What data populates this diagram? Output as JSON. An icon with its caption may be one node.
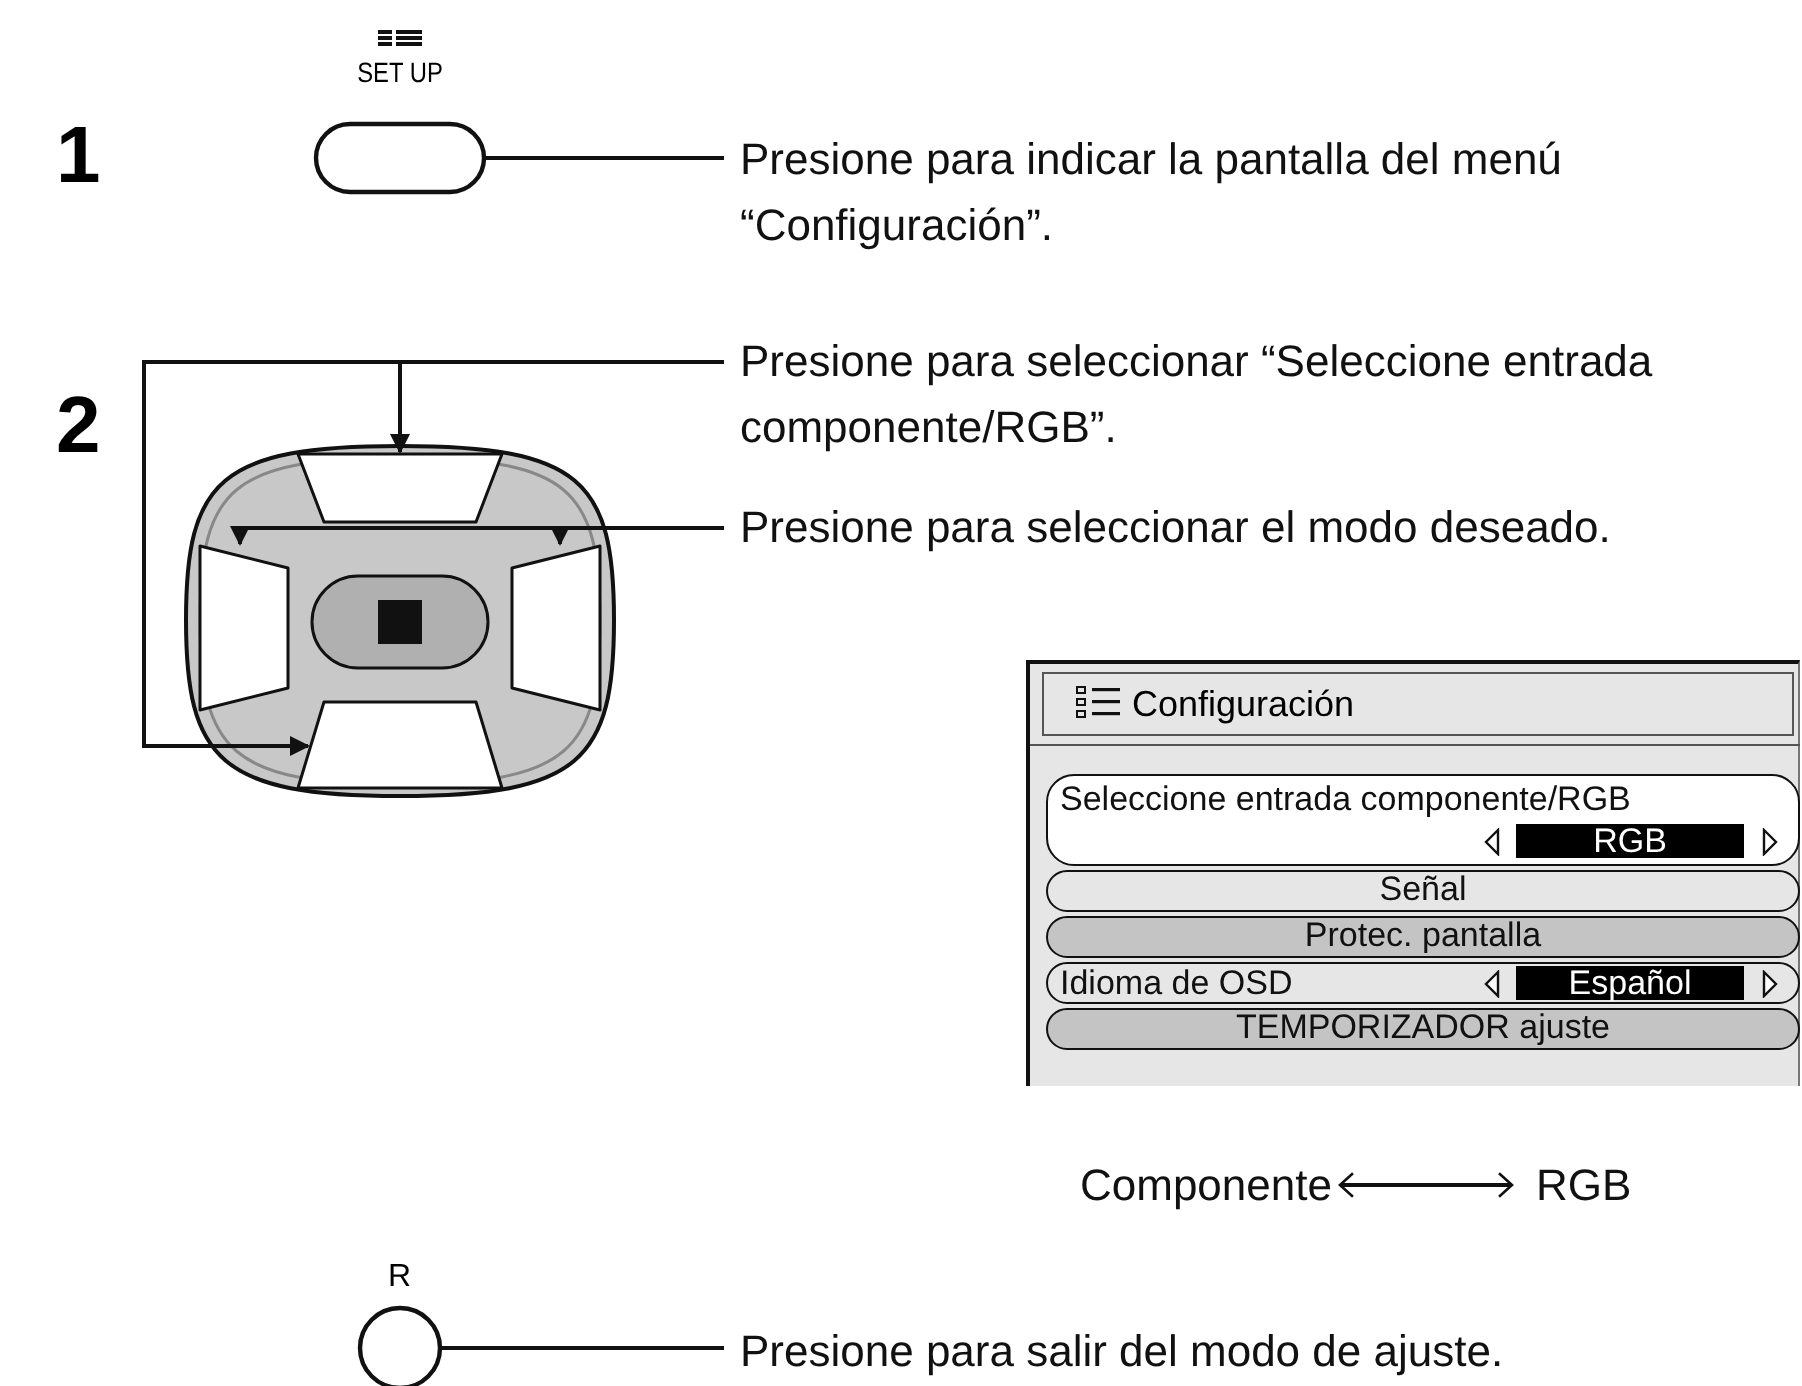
{
  "diagram": {
    "nodes": [
      {
        "text": [
          "SET UP"
        ]
      },
      {
        "text": [
          "Presione para indicar la pantalla del menú “Configuración”."
        ]
      },
      {
        "text": [],
        "shape": "box"
      },
      {
        "text": [],
        "shape": "box"
      },
      {
        "text": [],
        "shape": "box"
      },
      {
        "text": [],
        "shape": "box"
      },
      {
        "text": [
          "Presione para seleccionar “Seleccione entrada componente/RGB”."
        ]
      },
      {
        "text": [
          "Presione para seleccionar el modo deseado."
        ]
      },
      {
        "text": [
          "Configuración"
        ]
      },
      {
        "text": [
          "Seleccione entrada componente/RGB",
          "RGB"
        ],
        "in": 8
      },
      {
        "text": [
          "Señal"
        ],
        "in": 8
      },
      {
        "text": [
          "Protec. pantalla"
        ],
        "in": 8
      },
      {
        "text": [
          "Idioma de OSD",
          "Español"
        ],
        "in": 8
      },
      {
        "text": [
          "TEMPORIZADOR ajuste"
        ],
        "in": 8
      },
      {
        "text": [
          "Componente"
        ]
      },
      {
        "text": [
          "RGB"
        ]
      },
      {
        "text": [
          "R"
        ]
      },
      {
        "text": [
          "Presione para salir del modo de ajuste."
        ]
      }
    ],
    "edges": [
      {
        "from": 1,
        "to": 0,
        "arrow": "none"
      },
      {
        "from": 6,
        "to": 2,
        "arrow": "to"
      },
      {
        "from": 6,
        "to": 3,
        "arrow": "to"
      },
      {
        "from": 7,
        "to": 5,
        "arrow": "to"
      },
      {
        "from": 7,
        "to": 4,
        "arrow": "to"
      },
      {
        "from": 14,
        "to": 15,
        "arrow": "both"
      },
      {
        "from": 17,
        "to": 16,
        "arrow": "none"
      }
    ],
    "labels": [
      "1",
      "2"
    ]
  }
}
